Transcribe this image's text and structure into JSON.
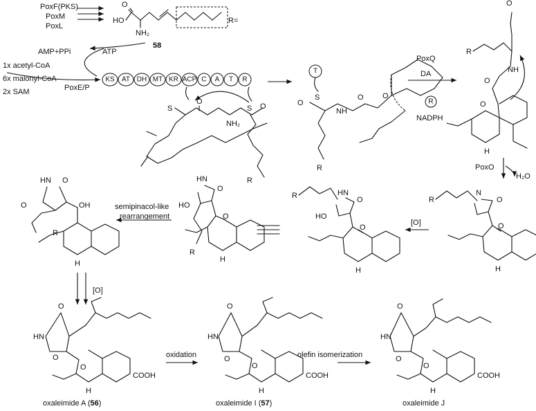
{
  "enzymes_top": [
    "PoxF(PKS)",
    "PoxM",
    "PoxL"
  ],
  "compound_58": "58",
  "r_eq": "R=",
  "amp": "AMP+PPi",
  "atp": "ATP",
  "substrates": [
    "1x acetyl-CoA",
    "6x malonyl-CoA",
    "2x SAM"
  ],
  "pox_ep": "PoxE/P",
  "domains": [
    "KS",
    "AT",
    "DH",
    "MT",
    "KR",
    "ACP",
    "C",
    "A",
    "T",
    "R"
  ],
  "t_circle": "T",
  "r_circle": "R",
  "poxq": "PoxQ",
  "da": "DA",
  "nadph": "NADPH",
  "poxo": "PoxO",
  "h2o": "H₂O",
  "oxidation_o": "[O]",
  "semipinacol": [
    "semipinacol-like",
    "rearrangement"
  ],
  "oxidation": "oxidation",
  "olefin": "olefin isomerization",
  "atoms": {
    "R": "R",
    "O": "O",
    "HO": "HO",
    "OH": "OH",
    "NH2": "NH₂",
    "HN": "HN",
    "NH": "NH",
    "N": "N",
    "S": "S",
    "H": "H",
    "COOH": "COOH",
    "HOO": "H"
  },
  "compound_names": {
    "a_pre": "oxaleimide A (",
    "a_num": "56",
    "a_post": ")",
    "i_pre": "oxaleimide I (",
    "i_num": "57",
    "i_post": ")",
    "j": "oxaleimide J"
  }
}
